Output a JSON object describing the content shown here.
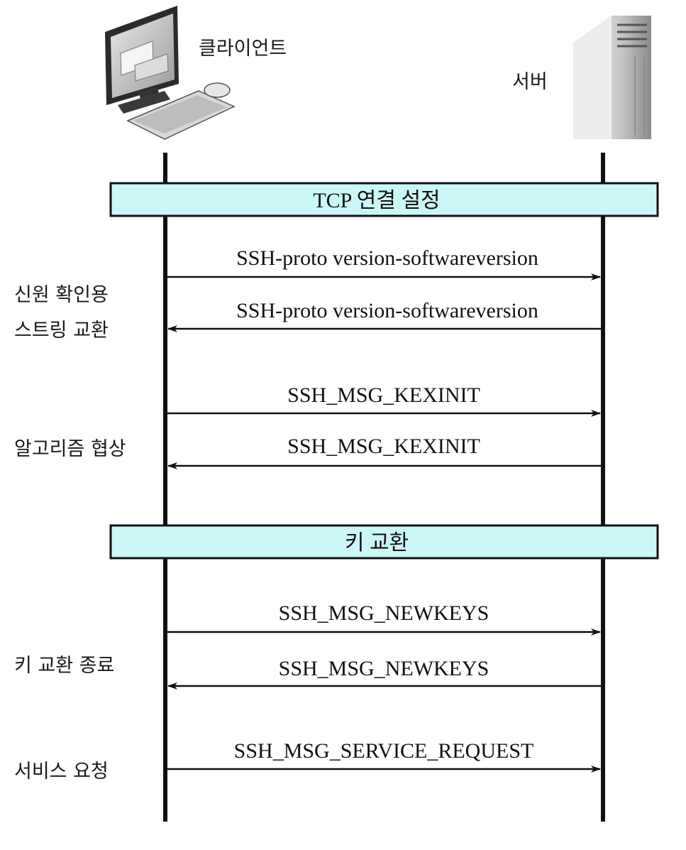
{
  "participants": {
    "client": {
      "label": "클라이언트",
      "icon": "desktop-computer-icon"
    },
    "server": {
      "label": "서버",
      "icon": "server-tower-icon"
    }
  },
  "bands": [
    {
      "id": "tcp",
      "label": "TCP 연결 설정",
      "fill": "#ccf7f7"
    },
    {
      "id": "keyx",
      "label": "키 교환",
      "fill": "#ccf7f7"
    }
  ],
  "messages": [
    {
      "text": "SSH-proto version-softwareversion",
      "direction": "client-to-server"
    },
    {
      "text": "SSH-proto version-softwareversion",
      "direction": "server-to-client"
    },
    {
      "text": "SSH_MSG_KEXINIT",
      "direction": "client-to-server"
    },
    {
      "text": "SSH_MSG_KEXINIT",
      "direction": "server-to-client"
    },
    {
      "text": "SSH_MSG_NEWKEYS",
      "direction": "client-to-server"
    },
    {
      "text": "SSH_MSG_NEWKEYS",
      "direction": "server-to-client"
    },
    {
      "text": "SSH_MSG_SERVICE_REQUEST",
      "direction": "client-to-server"
    }
  ],
  "phases": [
    {
      "lines": [
        "신원 확인용",
        "스트링 교환"
      ]
    },
    {
      "lines": [
        "알고리즘 협상"
      ]
    },
    {
      "lines": [
        "키 교환 종료"
      ]
    },
    {
      "lines": [
        "서비스 요청"
      ]
    }
  ]
}
